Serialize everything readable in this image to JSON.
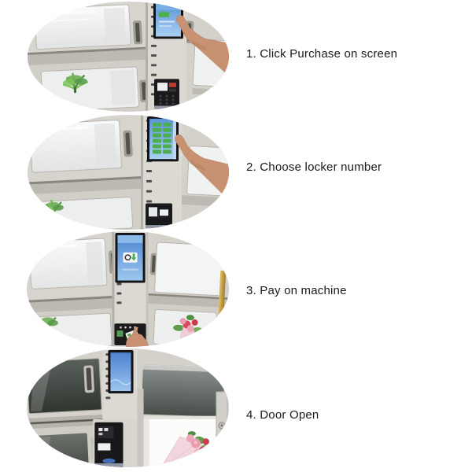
{
  "page": {
    "background": "#ffffff"
  },
  "steps": [
    {
      "label": "1. Click Purchase on screen"
    },
    {
      "label": "2. Choose locker number"
    },
    {
      "label": "3. Pay on machine"
    },
    {
      "label": "4. Door Open"
    }
  ],
  "palette": {
    "background": "#ffffff",
    "label_text": "#1a1a1a",
    "machine_body": "#d7d4ce",
    "panel_band": "#bdbab4",
    "window_glass": "#f0f1f1",
    "dark_glass": "#3f4641",
    "screen_blue": "#4d86d2",
    "screen_blue_light": "#9cc6ee",
    "button_green": "#4cae51",
    "terminal_black": "#1a1a1c",
    "base_metal": "#8e97a6",
    "plant_green": "#6fae55",
    "flower_red": "#d8475a",
    "flower_pink": "#eda6b6",
    "wrap_pink": "#f2d6de",
    "gold_trim": "#c8a04a",
    "skin_tone": "#c89272"
  }
}
